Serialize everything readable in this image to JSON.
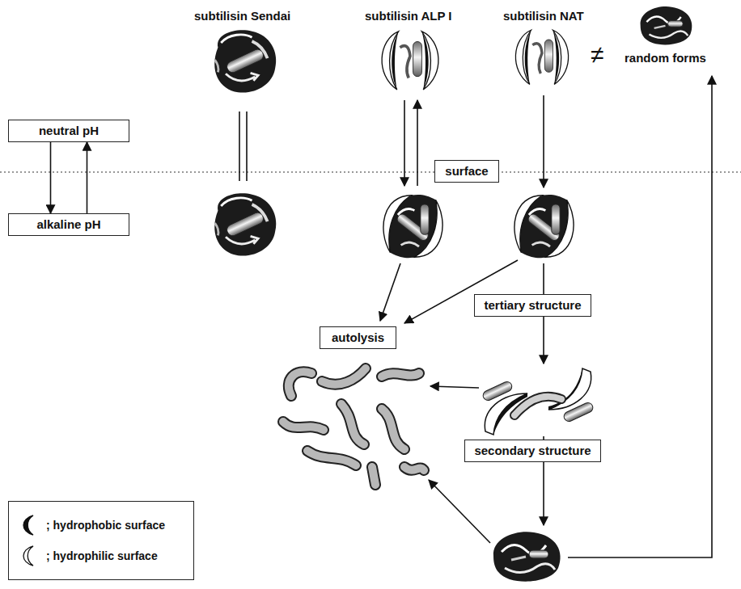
{
  "diagram": {
    "nodes": [
      {
        "text": [
          "neutral pH"
        ]
      },
      {
        "text": [
          "surface"
        ]
      },
      {
        "text": [
          "alkaline pH"
        ]
      },
      {
        "text": [
          "tertiary structure"
        ]
      },
      {
        "text": [
          "autolysis"
        ]
      },
      {
        "text": [
          "secondary structure"
        ]
      }
    ],
    "edges": [
      {
        "from": 0,
        "to": 2,
        "arrow": "to"
      },
      {
        "from": 2,
        "to": 0,
        "arrow": "to"
      }
    ],
    "labels": [
      "subtilisin Sendai",
      "subtilisin ALP I",
      "subtilisin NAT",
      "≠",
      "random forms"
    ],
    "legend": [
      {
        "text": "; hydrophobic surface"
      },
      {
        "text": "; hydrophilic surface"
      }
    ]
  }
}
